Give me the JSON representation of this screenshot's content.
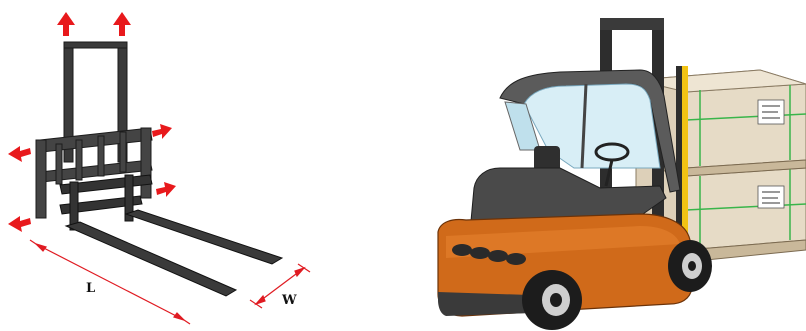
{
  "diagram": {
    "length_label": "L",
    "width_label": "W"
  },
  "icons": {
    "arrow": "red-direction-arrow",
    "forklift": "forklift-illustration"
  },
  "colors": {
    "arrow": "#e8191c",
    "dimension_line": "#e01b22",
    "fork_metal": "#3a3a3a",
    "truck_body": "#d06a1a",
    "truck_cabin": "#5a5a5a",
    "mast_dark": "#2d2d2d",
    "mast_yellow": "#f2c314",
    "box": "#dccfb8",
    "pallet": "#c9b89a"
  }
}
